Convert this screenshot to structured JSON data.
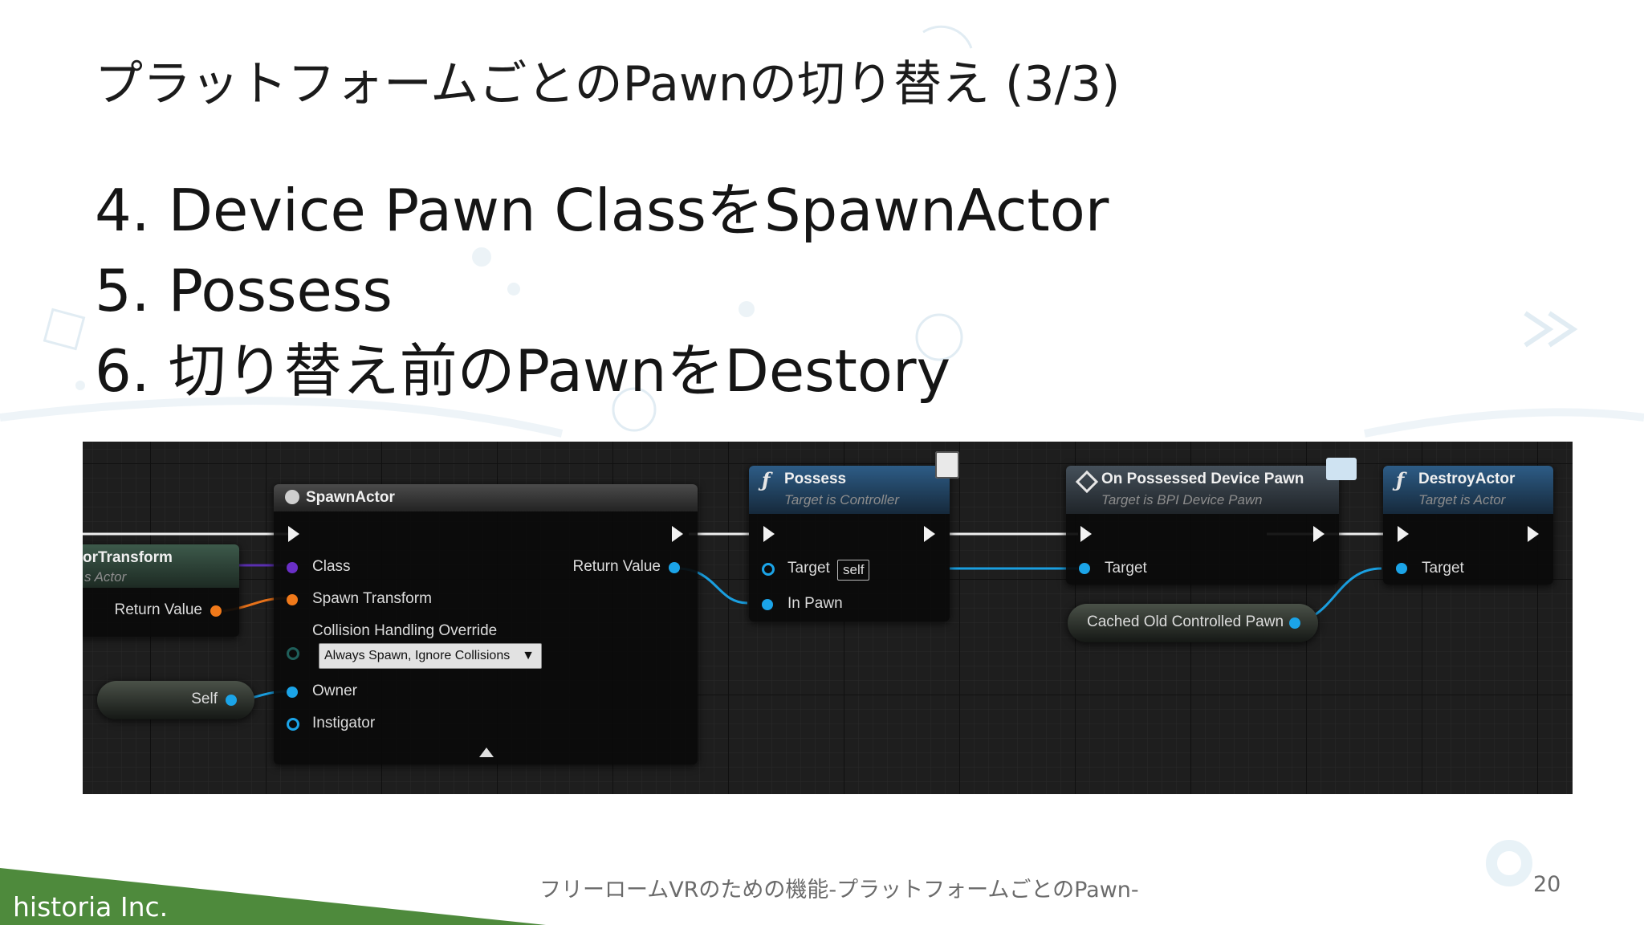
{
  "slide": {
    "title": "プラットフォームごとのPawnの切り替え (3/3)",
    "bullets": [
      "4. Device Pawn ClassをSpawnActor",
      "5. Possess",
      "6. 切り替え前のPawnをDestory"
    ],
    "footer_company": "historia Inc.",
    "footer_center": "フリーロームVRのための機能-プラットフォームごとのPawn-",
    "page_number": "20"
  },
  "colors": {
    "object_pin": "#1ba4e8",
    "struct_pin": "#f0791a",
    "class_pin": "#6a2fc7",
    "footer_green": "#4e8a3c"
  },
  "blueprint": {
    "transform_node": {
      "title": "orTransform",
      "subtitle": "s Actor",
      "return_label": "Return Value"
    },
    "self_node": {
      "label": "Self"
    },
    "spawn_actor": {
      "icon": "spawn-actor-icon",
      "title": "SpawnActor",
      "pins": {
        "class": "Class",
        "spawn_transform": "Spawn Transform",
        "collision": "Collision Handling Override",
        "collision_value": "Always Spawn, Ignore Collisions",
        "owner": "Owner",
        "instigator": "Instigator",
        "return_value": "Return Value"
      }
    },
    "possess": {
      "title": "Possess",
      "subtitle": "Target is Controller",
      "target": "Target",
      "self_value": "self",
      "in_pawn": "In Pawn"
    },
    "on_possessed": {
      "title": "On Possessed Device Pawn",
      "subtitle": "Target is BPI Device Pawn",
      "target": "Target"
    },
    "cached_pawn": {
      "label": "Cached Old Controlled Pawn"
    },
    "destroy_actor": {
      "title": "DestroyActor",
      "subtitle": "Target is Actor",
      "target": "Target"
    }
  }
}
